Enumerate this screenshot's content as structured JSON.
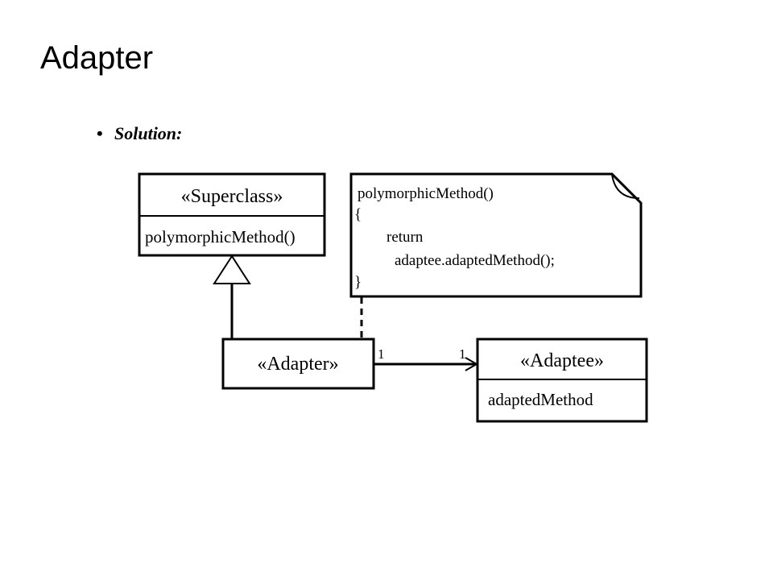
{
  "slide": {
    "title": "Adapter",
    "bullet": "Solution:"
  },
  "diagram": {
    "superclass": {
      "stereotype": "«Superclass»",
      "operation": "polymorphicMethod()"
    },
    "note": {
      "lines": [
        "polymorphicMethod()",
        "{",
        "return",
        "adaptee.adaptedMethod();",
        "}"
      ]
    },
    "adapter": {
      "stereotype": "«Adapter»"
    },
    "adaptee": {
      "stereotype": "«Adaptee»",
      "operation": "adaptedMethod"
    },
    "association": {
      "source_multiplicity": "1",
      "target_multiplicity": "1"
    }
  }
}
